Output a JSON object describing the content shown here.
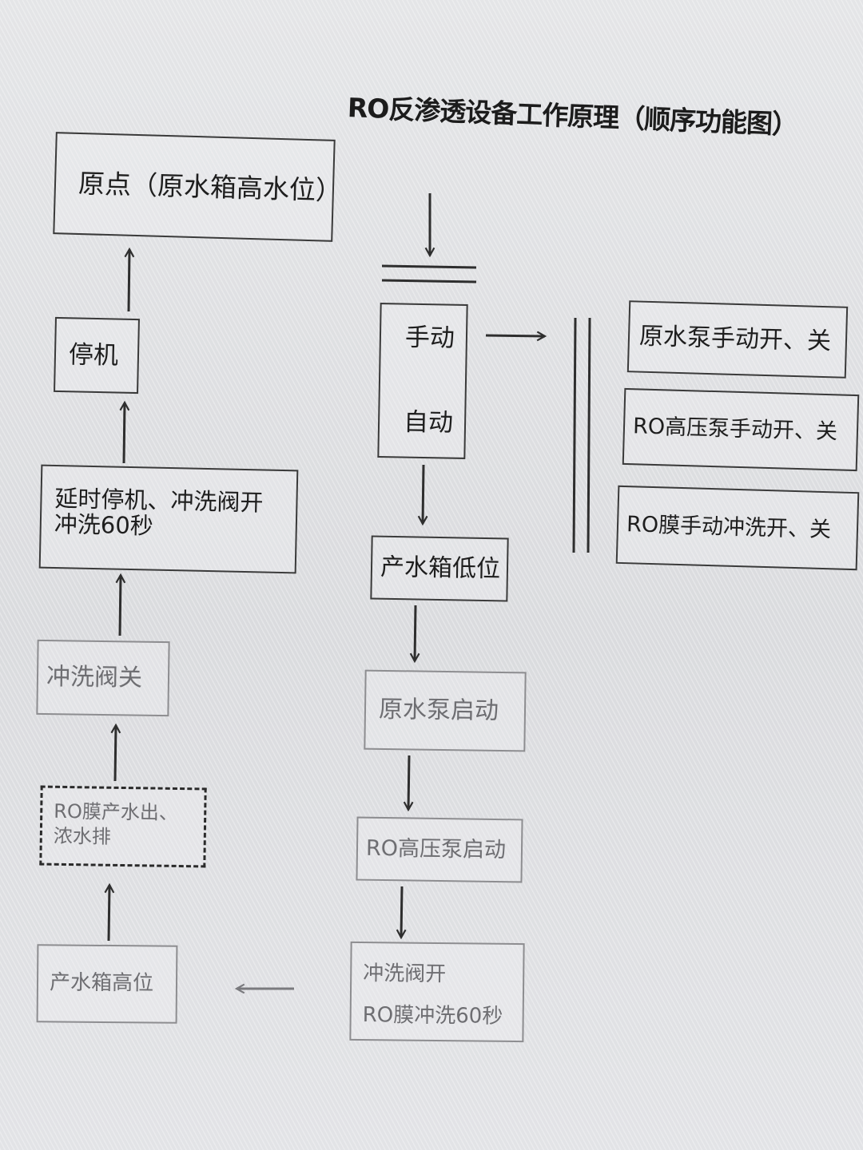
{
  "diagram": {
    "title": "RO反渗透设备工作原理（顺序功能图）",
    "colors": {
      "line": "#2e2e2e",
      "text": "#1e1e1e",
      "faded_text": "#6e6e72",
      "paper": "#dcdddf"
    },
    "nodes": {
      "origin": "原点（原水箱高水位）",
      "stop": "停机",
      "delay_stop_line1": "延时停机、冲洗阀开",
      "delay_stop_line2": "冲洗60秒",
      "flush_valve_close": "冲洗阀关",
      "ro_output_line1": "RO膜产水出、",
      "ro_output_line2": "浓水排",
      "tank_high": "产水箱高位",
      "mode_manual": "手动",
      "mode_auto": "自动",
      "tank_low": "产水箱低位",
      "raw_pump_start": "原水泵启动",
      "ro_hp_pump_start": "RO高压泵启动",
      "flush_open_line1": "冲洗阀开",
      "flush_open_line2": "RO膜冲洗60秒",
      "manual_raw_pump": "原水泵手动开、关",
      "manual_hp_pump": "RO高压泵手动开、关",
      "manual_membrane_flush": "RO膜手动冲洗开、关"
    }
  }
}
